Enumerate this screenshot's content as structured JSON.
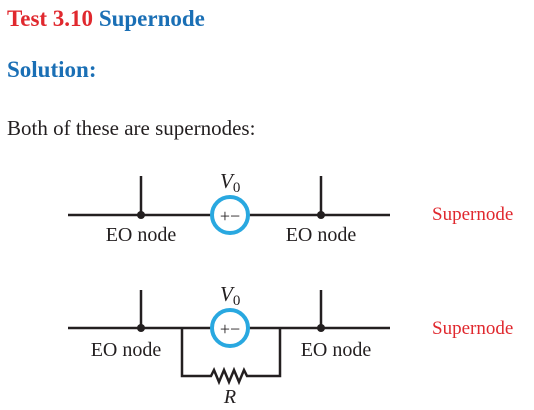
{
  "header": {
    "test_number": "Test 3.10",
    "test_title": "Supernode"
  },
  "solution_label": "Solution:",
  "intro_text": "Both of these are supernodes:",
  "colors": {
    "red": "#e0282e",
    "blue": "#1a6fb5",
    "source_circle": "#29a8e0",
    "ink": "#231f20"
  },
  "circuits": [
    {
      "source_label": "V",
      "source_subscript": "0",
      "polarity": "+−",
      "left_node_label": "EO node",
      "right_node_label": "EO node",
      "tag": "Supernode"
    },
    {
      "source_label": "V",
      "source_subscript": "0",
      "polarity": "+−",
      "left_node_label": "EO node",
      "right_node_label": "EO node",
      "resistor_label": "R",
      "tag": "Supernode"
    }
  ]
}
